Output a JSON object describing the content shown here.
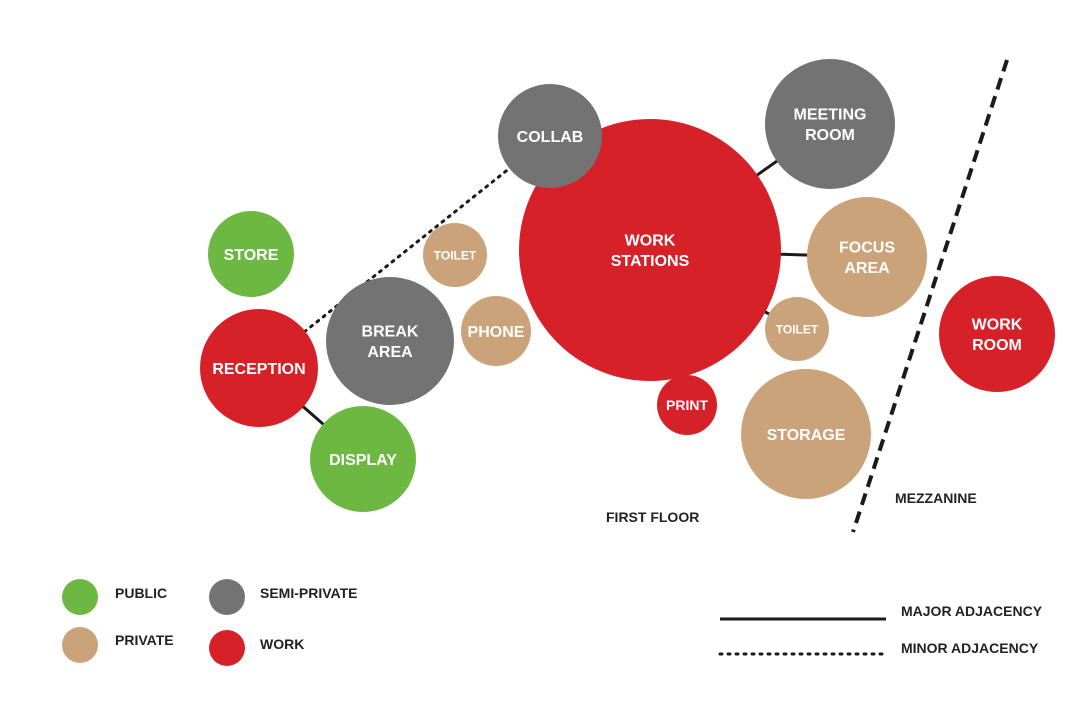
{
  "colors": {
    "public": "#6cb843",
    "semi_private": "#737373",
    "private": "#cba37a",
    "work": "#d62129",
    "line": "#1a1a1a"
  },
  "zones": {
    "first_floor": "FIRST FLOOR",
    "mezzanine": "MEZZANINE"
  },
  "spaces": [
    {
      "id": "work-stations",
      "lines": [
        "WORK",
        "STATIONS"
      ],
      "category": "work"
    },
    {
      "id": "collab",
      "lines": [
        "COLLAB"
      ],
      "category": "semi_private"
    },
    {
      "id": "meeting-room",
      "lines": [
        "MEETING",
        "ROOM"
      ],
      "category": "semi_private"
    },
    {
      "id": "focus-area",
      "lines": [
        "FOCUS",
        "AREA"
      ],
      "category": "private"
    },
    {
      "id": "toilet-right",
      "lines": [
        "TOILET"
      ],
      "category": "private"
    },
    {
      "id": "storage",
      "lines": [
        "STORAGE"
      ],
      "category": "private"
    },
    {
      "id": "print",
      "lines": [
        "PRINT"
      ],
      "category": "work"
    },
    {
      "id": "toilet-left",
      "lines": [
        "TOILET"
      ],
      "category": "private"
    },
    {
      "id": "phone",
      "lines": [
        "PHONE"
      ],
      "category": "private"
    },
    {
      "id": "break-area",
      "lines": [
        "BREAK",
        "AREA"
      ],
      "category": "semi_private"
    },
    {
      "id": "store",
      "lines": [
        "STORE"
      ],
      "category": "public"
    },
    {
      "id": "reception",
      "lines": [
        "RECEPTION"
      ],
      "category": "work"
    },
    {
      "id": "display",
      "lines": [
        "DISPLAY"
      ],
      "category": "public"
    },
    {
      "id": "work-room",
      "lines": [
        "WORK",
        "ROOM"
      ],
      "category": "work"
    }
  ],
  "connections": [
    {
      "from": "work-stations",
      "to": "meeting-room",
      "type": "major"
    },
    {
      "from": "work-stations",
      "to": "focus-area",
      "type": "major"
    },
    {
      "from": "work-stations",
      "to": "toilet-right",
      "type": "major"
    },
    {
      "from": "reception",
      "to": "display",
      "type": "major"
    },
    {
      "from": "collab",
      "to": "reception",
      "type": "minor"
    }
  ],
  "legend": {
    "categories": [
      {
        "key": "public",
        "label": "PUBLIC"
      },
      {
        "key": "semi_private",
        "label": "SEMI-PRIVATE"
      },
      {
        "key": "private",
        "label": "PRIVATE"
      },
      {
        "key": "work",
        "label": "WORK"
      }
    ],
    "adjacency": [
      {
        "type": "major",
        "label": "MAJOR ADJACENCY"
      },
      {
        "type": "minor",
        "label": "MINOR ADJACENCY"
      }
    ]
  }
}
